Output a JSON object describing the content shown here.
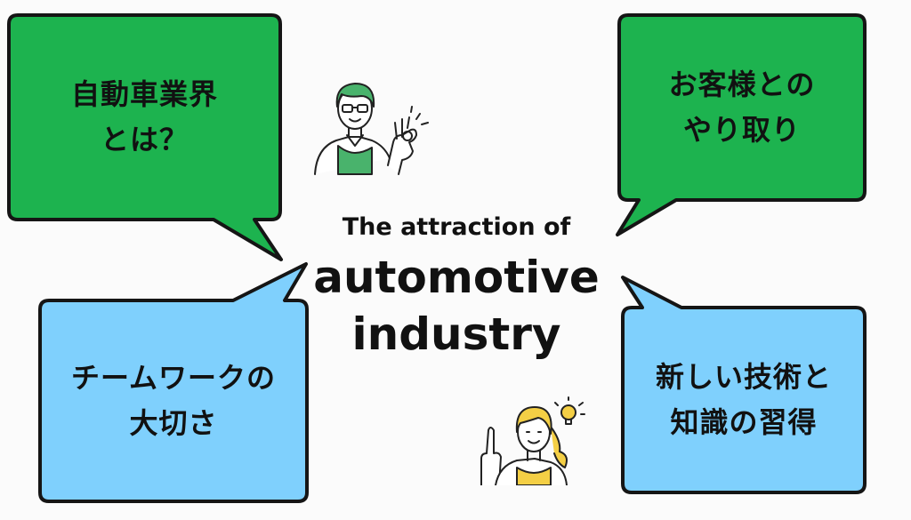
{
  "bubbles": {
    "top_left": {
      "line1": "自動車業界",
      "line2": "とは？"
    },
    "top_right": {
      "line1": "お客様との",
      "line2": "やり取り"
    },
    "bottom_left": {
      "line1": "チームワークの",
      "line2": "大切さ"
    },
    "bottom_right": {
      "line1": "新しい技術と",
      "line2": "知識の習得"
    }
  },
  "title": {
    "line1": "The attraction of",
    "line2": "automotive",
    "line3": "industry"
  },
  "colors": {
    "green": "#1db34f",
    "blue": "#7fd0fd",
    "outline": "#151515",
    "background": "#fbfbfb"
  },
  "icons": {
    "man": "man-ok-gesture-icon",
    "woman": "woman-lightbulb-idea-icon"
  }
}
